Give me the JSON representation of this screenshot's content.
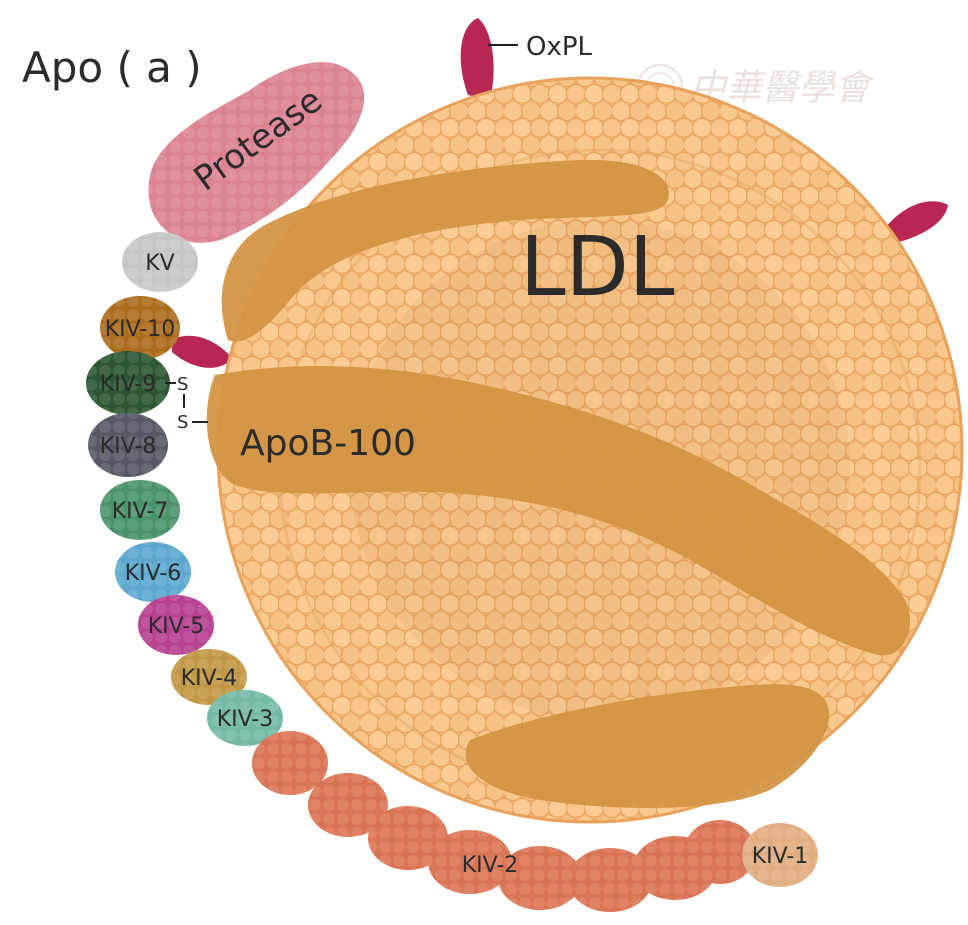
{
  "title": "Apo ( a )",
  "watermark": "中華醫學會",
  "particle": {
    "label": "LDL",
    "protein_label": "ApoB-100",
    "oxpl_label": "OxPL",
    "disulfide": [
      "S",
      "S"
    ]
  },
  "protease_label": "Protease",
  "kringles": [
    {
      "id": "kv",
      "label": "KV",
      "color": "#d4d4d4"
    },
    {
      "id": "kiv10",
      "label": "KIV-10",
      "color": "#b8731f"
    },
    {
      "id": "kiv9",
      "label": "KIV-9",
      "color": "#2f5d36"
    },
    {
      "id": "kiv8",
      "label": "KIV-8",
      "color": "#5c5f6b"
    },
    {
      "id": "kiv7",
      "label": "KIV-7",
      "color": "#4f9e72"
    },
    {
      "id": "kiv6",
      "label": "KIV-6",
      "color": "#63b4dd"
    },
    {
      "id": "kiv5",
      "label": "KIV-5",
      "color": "#c3479a"
    },
    {
      "id": "kiv4",
      "label": "KIV-4",
      "color": "#cfa24a"
    },
    {
      "id": "kiv3",
      "label": "KIV-3",
      "color": "#7cc5b2"
    },
    {
      "id": "kiv2",
      "label": "KIV-2",
      "color": "#e97c5a"
    },
    {
      "id": "kiv1",
      "label": "KIV-1",
      "color": "#f0b98a"
    }
  ],
  "colors": {
    "ldl_sphere": "#f7c488",
    "apob": "#d39543",
    "oxpl": "#b82752",
    "protease": "#e98c9a"
  }
}
